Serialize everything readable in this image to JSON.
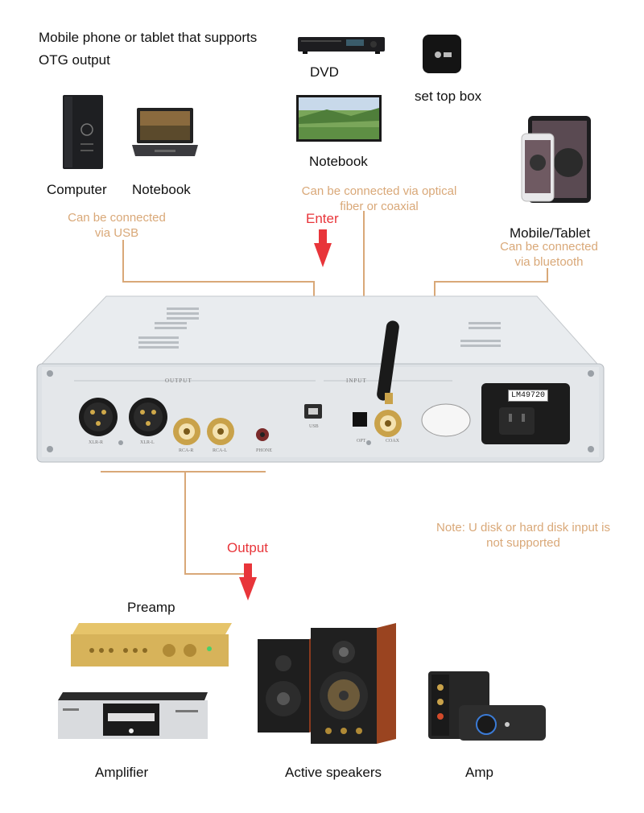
{
  "top_left": {
    "line1": "Mobile phone or tablet that supports",
    "line2": "OTG output",
    "computer": "Computer",
    "notebook": "Notebook",
    "usb_note_1": "Can be connected",
    "usb_note_2": "via USB"
  },
  "center": {
    "dvd": "DVD",
    "notebook": "Notebook",
    "optical_note_1": "Can be connected via optical",
    "optical_note_2": "fiber or coaxial",
    "enter": "Enter"
  },
  "top_right": {
    "set_top_box": "set top box",
    "mobile_tablet": "Mobile/Tablet",
    "bt_note_1": "Can be connected",
    "bt_note_2": "via bluetooth"
  },
  "device": {
    "output_label": "OUTPUT",
    "input_label": "INPUT",
    "chip_label": "LM49720",
    "ports": [
      "XLR-R",
      "XLR-L",
      "RCA-R",
      "RCA-L",
      "PHONE",
      "USB",
      "OPT",
      "COAX"
    ]
  },
  "middle": {
    "output": "Output",
    "note_1": "Note: U disk or hard disk input is",
    "note_2": "not supported"
  },
  "bottom": {
    "preamp": "Preamp",
    "amplifier": "Amplifier",
    "active_speakers": "Active speakers",
    "amp": "Amp"
  },
  "colors": {
    "connector_line": "#d9a878",
    "arrow_red": "#e8353a",
    "device_body": "#dfe3e8"
  }
}
